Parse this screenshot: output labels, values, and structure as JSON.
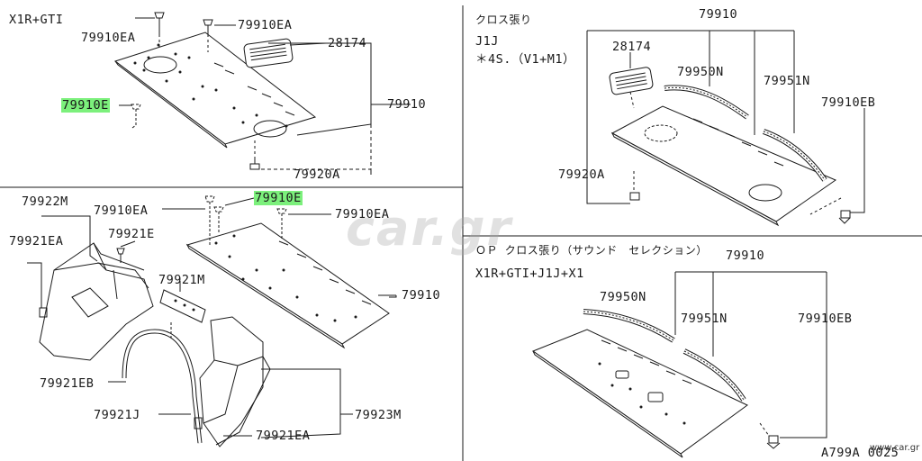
{
  "top_left": {
    "variant": "X1R+GTI",
    "labels": [
      "79910EA",
      "79910EA",
      "28174",
      "79910E",
      "79910",
      "79920A"
    ]
  },
  "bottom_left": {
    "labels": [
      "79922M",
      "79921EA",
      "79910EA",
      "79921E",
      "79910E",
      "79910EA",
      "79921M",
      "79910",
      "79921EB",
      "79921J",
      "79923M",
      "79921EA"
    ]
  },
  "top_right": {
    "header": [
      "クロス張り",
      "J1J",
      "＊4S.（V1+M1）"
    ],
    "labels": [
      "79910",
      "28174",
      "79950N",
      "79951N",
      "79910EB",
      "79920A"
    ]
  },
  "bottom_right": {
    "header": [
      "ＯＰ クロス張り（サウンド　セレクション）",
      "X1R+GTI+J1J+X1"
    ],
    "labels": [
      "79910",
      "79950N",
      "79951N",
      "79910EB"
    ]
  },
  "footer": {
    "diagram_code": "A799A 0025",
    "watermark": "car.gr",
    "site": "www.car.gr"
  },
  "colors": {
    "highlight": "#7cf07c",
    "line": "#1a1a1a",
    "panel": "#ffffff"
  }
}
